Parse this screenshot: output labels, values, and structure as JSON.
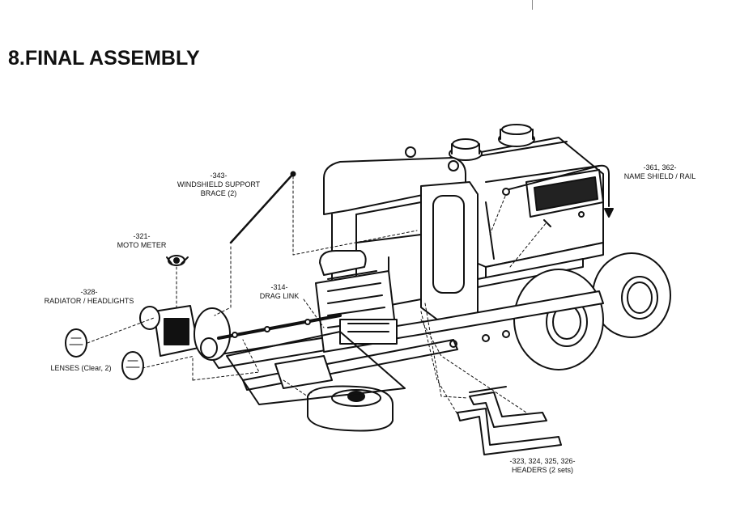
{
  "page": {
    "title": "8.FINAL ASSEMBLY"
  },
  "callouts": {
    "windshield": {
      "number": "-343-",
      "line1": "WINDSHIELD SUPPORT",
      "line2": "BRACE (2)"
    },
    "moto_meter": {
      "number": "-321-",
      "line1": "MOTO METER"
    },
    "radiator": {
      "number": "-328-",
      "line1": "RADIATOR / HEADLIGHTS"
    },
    "drag_link": {
      "number": "-314-",
      "line1": "DRAG LINK"
    },
    "name_shield": {
      "number": "-361, 362-",
      "line1": "NAME SHIELD / RAIL"
    },
    "lenses": {
      "line1": "LENSES (Clear, 2)"
    },
    "headers": {
      "number": "-323, 324, 325, 326-",
      "line1": "HEADERS (2 sets)"
    }
  },
  "colors": {
    "ink": "#111111",
    "paper": "#ffffff"
  }
}
